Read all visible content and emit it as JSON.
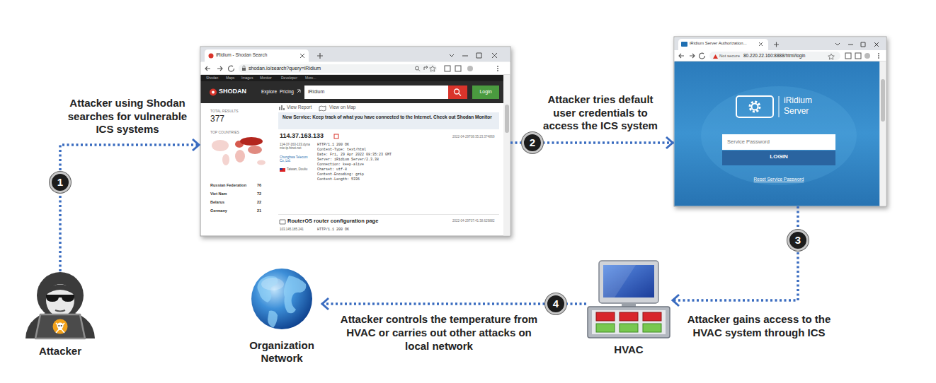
{
  "diagram": {
    "nodes": [
      {
        "text": [
          "Attacker"
        ]
      },
      {
        "text": [
          "iRidium - Shodan Search",
          "shodan.io/search?query=iRidium",
          "Shodan",
          "Maps",
          "Images",
          "Monitor",
          "Developer",
          "More...",
          "SHODAN",
          "Explore",
          "Pricing",
          "iRidium",
          "Login",
          "TOTAL RESULTS",
          "377",
          "TOP COUNTRIES",
          "Russian Federation",
          "76",
          "Viet Nam",
          "72",
          "Belarus",
          "22",
          "Germany",
          "21",
          "View Report",
          "View on Map",
          "New Service: Keep track of what you have connected to the Internet. Check out Shodan Monitor",
          "114.37.163.133",
          "2022-04-29T08:35:23.374869",
          "114-37-163-133.dynamic-ip.hinet.net",
          "Chunghwa Telecom Co.,Ltd.",
          "Taiwan, Douliu",
          "HTTP/1.1 200 OK",
          "Content-Type: text/html",
          "Date: Fri, 29 Apr 2022 08:35:23 GMT",
          "Server: iRidium Server/2.3.38",
          "Connection: keep-alive",
          "Charset: utf-8",
          "Content-Encoding: gzip",
          "Content-Length: 5336",
          "RouterOS router configuration page",
          "2022-04-29T07:41:38.629882",
          "103.145.185.241",
          "HTTP/1.1 200 OK"
        ]
      },
      {
        "text": [
          "iRidium Server Authorization...",
          "Not secure",
          "80.220.22.160:8888/html/login",
          "iRidium",
          "Server",
          "Service Password",
          "LOGIN",
          "Reset Service Password"
        ]
      },
      {
        "text": [
          "HVAC"
        ]
      },
      {
        "text": [
          "Organization Network"
        ]
      }
    ],
    "edges": [
      {
        "from": 0,
        "to": 1,
        "arrow": "to",
        "label": "Attacker using Shodan searches for vulnerable ICS systems"
      },
      {
        "from": 1,
        "to": 2,
        "arrow": "to",
        "label": "Attacker tries default user credentials to access the ICS system"
      },
      {
        "from": 2,
        "to": 3,
        "arrow": "to",
        "label": "Attacker gains access to the HVAC system through ICS"
      },
      {
        "from": 3,
        "to": 4,
        "arrow": "to",
        "label": "Attacker controls the temperature from HVAC or carries out other attacks on local network"
      }
    ],
    "labels": [
      "1",
      "2",
      "3",
      "4"
    ]
  }
}
